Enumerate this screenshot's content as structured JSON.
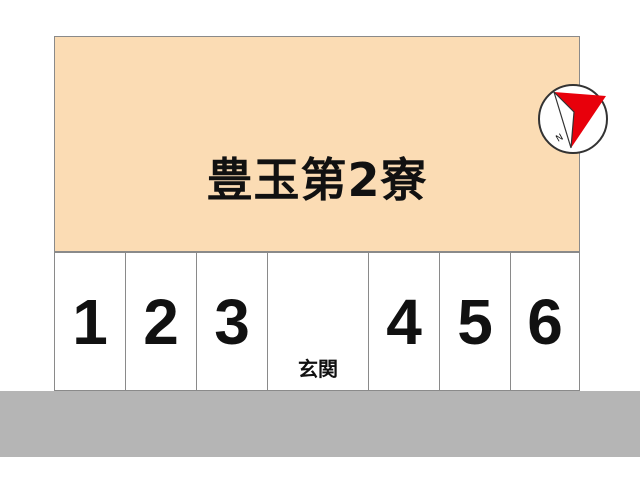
{
  "building": {
    "name": "豊玉第2寮",
    "fill_color": "#fbdcb4"
  },
  "compass": {
    "north_label": "N",
    "needle_color": "#e8000b",
    "icon": "north-arrow-icon"
  },
  "parking_spaces": [
    {
      "label": "1"
    },
    {
      "label": "2"
    },
    {
      "label": "3"
    },
    {
      "label": "4"
    },
    {
      "label": "5"
    },
    {
      "label": "6"
    }
  ],
  "entrance": {
    "label": "玄関"
  },
  "road": {
    "color": "#b5b5b5"
  }
}
